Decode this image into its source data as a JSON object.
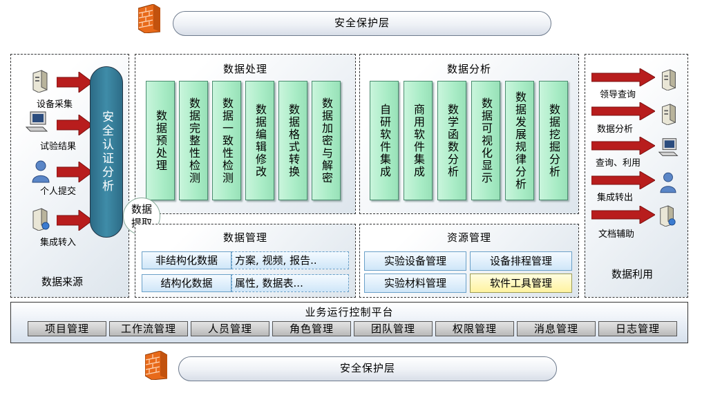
{
  "security_top": "安全保护层",
  "security_bottom": "安全保护层",
  "sources": {
    "title": "数据来源",
    "items": [
      "设备采集",
      "试验结果",
      "个人提交",
      "集成转入"
    ],
    "auth": "安全认证分析",
    "extract": "数据提取"
  },
  "processing": {
    "title": "数据处理",
    "boxes": [
      "数据预处理",
      "数据完整性检测",
      "数据一致性检测",
      "数据编辑修改",
      "数据格式转换",
      "数据加密与解密"
    ]
  },
  "analysis": {
    "title": "数据分析",
    "boxes": [
      "自研软件集成",
      "商用软件集成",
      "数学函数分析",
      "数据可视化显示",
      "数据发展规律分析",
      "数据挖掘分析"
    ]
  },
  "management": {
    "title": "数据管理",
    "rows": [
      {
        "type": "非结构化数据",
        "examples": "方案, 视频, 报告.."
      },
      {
        "type": "结构化数据",
        "examples": "属性, 数据表..."
      }
    ]
  },
  "resources": {
    "title": "资源管理",
    "cells": [
      "实验设备管理",
      "设备排程管理",
      "实验材料管理",
      "软件工具管理"
    ]
  },
  "usage": {
    "title": "数据利用",
    "items": [
      "领导查询",
      "数据分析",
      "查询、利用",
      "集成转出",
      "文档辅助"
    ]
  },
  "platform": {
    "title": "业务运行控制平台",
    "tabs": [
      "项目管理",
      "工作流管理",
      "人员管理",
      "角色管理",
      "团队管理",
      "权限管理",
      "消息管理",
      "日志管理"
    ]
  },
  "colors": {
    "arrow_red": "#b81d1d",
    "green_box": "#a9ecc6",
    "auth_teal": "#3f8ca8",
    "firewall_orange": "#e86a1a"
  }
}
